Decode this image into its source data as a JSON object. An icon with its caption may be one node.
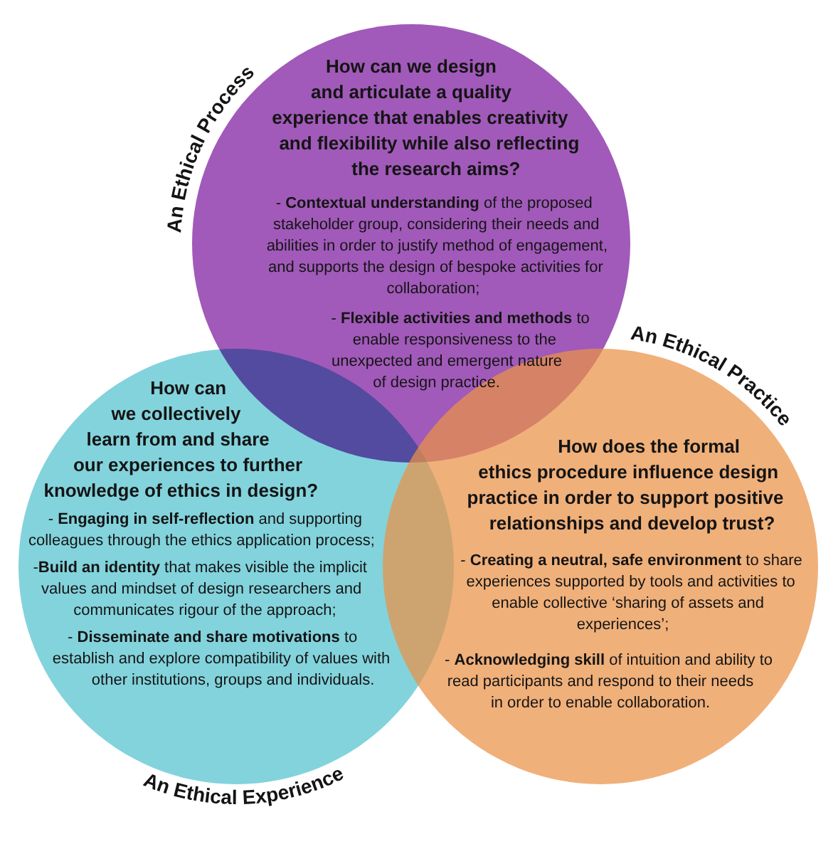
{
  "diagram": {
    "nodes": [
      {
        "text": [
          "An Ethical Process",
          "How can we design and articulate a quality experience that enables creativity and flexibility while also reflecting the research aims?",
          "- **Contextual understanding** of the proposed stakeholder group, considering their needs and abilities in order to justify method of engagement, and supports the design of bespoke activities for collaboration;",
          "- **Flexible activities and methods** to enable responsiveness to the unexpected and emergent nature of design practice."
        ]
      },
      {
        "text": [
          "How can we collectively learn from and share our experiences to further knowledge of ethics in design?",
          "- **Engaging in self-reflection** and supporting colleagues through the ethics application process;",
          "-**Build an identity** that makes visible the implicit values and mindset of design researchers and communicates rigour of the approach;",
          "- **Disseminate and share motivations** to establish and explore compatibility of values with other institutions, groups and individuals.",
          "An Ethical Experience"
        ]
      },
      {
        "text": [
          "An Ethical Practice",
          "How does the formal ethics procedure influence design practice in order to support positive relationships and develop trust?",
          "- **Creating a neutral, safe environment** to share experiences supported by tools and activities to enable collective ‘sharing of assets and experiences’;",
          "- **Acknowledging skill** of intuition and ability to read participants and respond to their needs in order to enable collaboration."
        ]
      }
    ]
  }
}
